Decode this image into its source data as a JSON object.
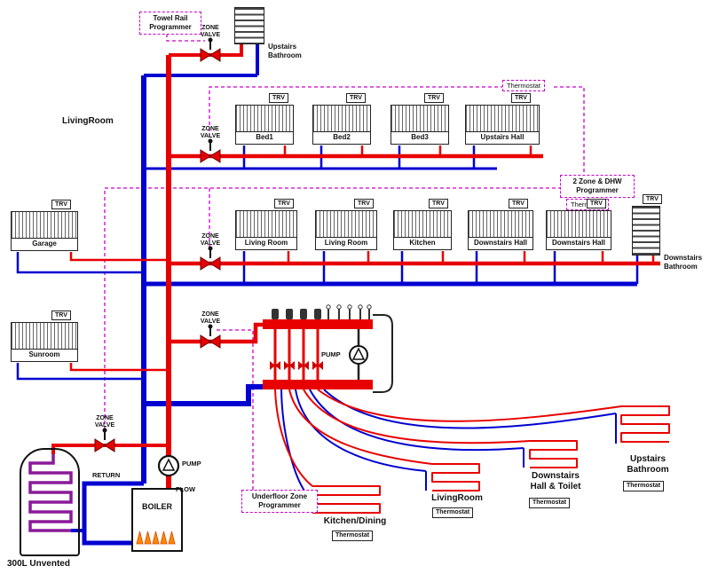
{
  "colors": {
    "flow": "#e80000",
    "return": "#0000d0",
    "control": "#cc00cc",
    "flame": "#ff8800"
  },
  "labels": {
    "trv": "TRV",
    "zone_valve": "ZONE\nVALVE",
    "thermostat": "Thermostat",
    "pump": "PUMP",
    "return_pipe": "RETURN",
    "flow_pipe": "FLOW",
    "boiler": "BOILER",
    "cylinder": "300L Unvented",
    "living_room_zone": "LivingRoom"
  },
  "programmers": {
    "towel_rail": "Towel Rail\nProgrammer",
    "two_zone_dhw": "2 Zone & DHW\nProgrammer",
    "underfloor": "Underfloor Zone\nProgrammer"
  },
  "radiators": {
    "upstairs_bathroom": "Upstairs\nBathroom",
    "upstairs": [
      "Bed1",
      "Bed2",
      "Bed3",
      "Upstairs Hall"
    ],
    "downstairs": [
      "Living Room",
      "Living Room",
      "Kitchen",
      "Downstairs Hall",
      "Downstairs Hall"
    ],
    "downstairs_bathroom": "Downstairs\nBathroom",
    "garage": "Garage",
    "sunroom": "Sunroom"
  },
  "underfloor_loops": [
    {
      "name": "Kitchen/Dining",
      "thermostat": "Thermostat"
    },
    {
      "name": "LivingRoom",
      "thermostat": "Thermostat"
    },
    {
      "name": "Downstairs\nHall & Toilet",
      "thermostat": "Thermostat"
    },
    {
      "name": "Upstairs\nBathroom",
      "thermostat": "Thermostat"
    }
  ]
}
